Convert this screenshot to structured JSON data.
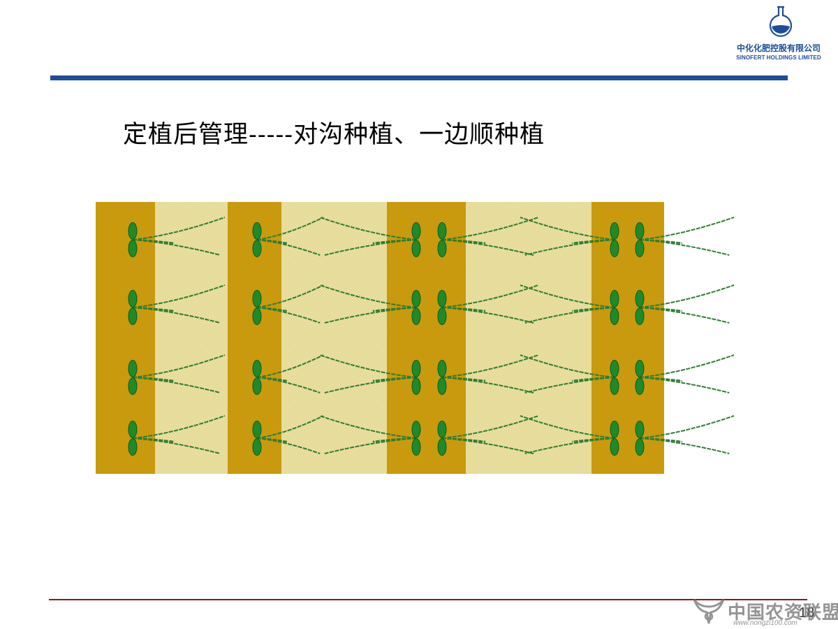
{
  "header": {
    "logo_cn": "中化化肥控股有限公司",
    "logo_en": "SINOFERT HOLDINGS LIMITED",
    "logo_icon": "flask-icon"
  },
  "slide": {
    "title": "定植后管理-----对沟种植、一边顺种植",
    "page_number": "18"
  },
  "watermark": {
    "text": "中国农资联盟",
    "url": "www.nongzi100.com",
    "icon": "ox-head-icon"
  },
  "colors": {
    "ridge": "#c99a0e",
    "furrow": "#ebe2a2",
    "plant": "#1f8a2a",
    "root": "#2e7d32",
    "header_blue": "#1d4e98",
    "footer_rule": "#8c1420"
  }
}
